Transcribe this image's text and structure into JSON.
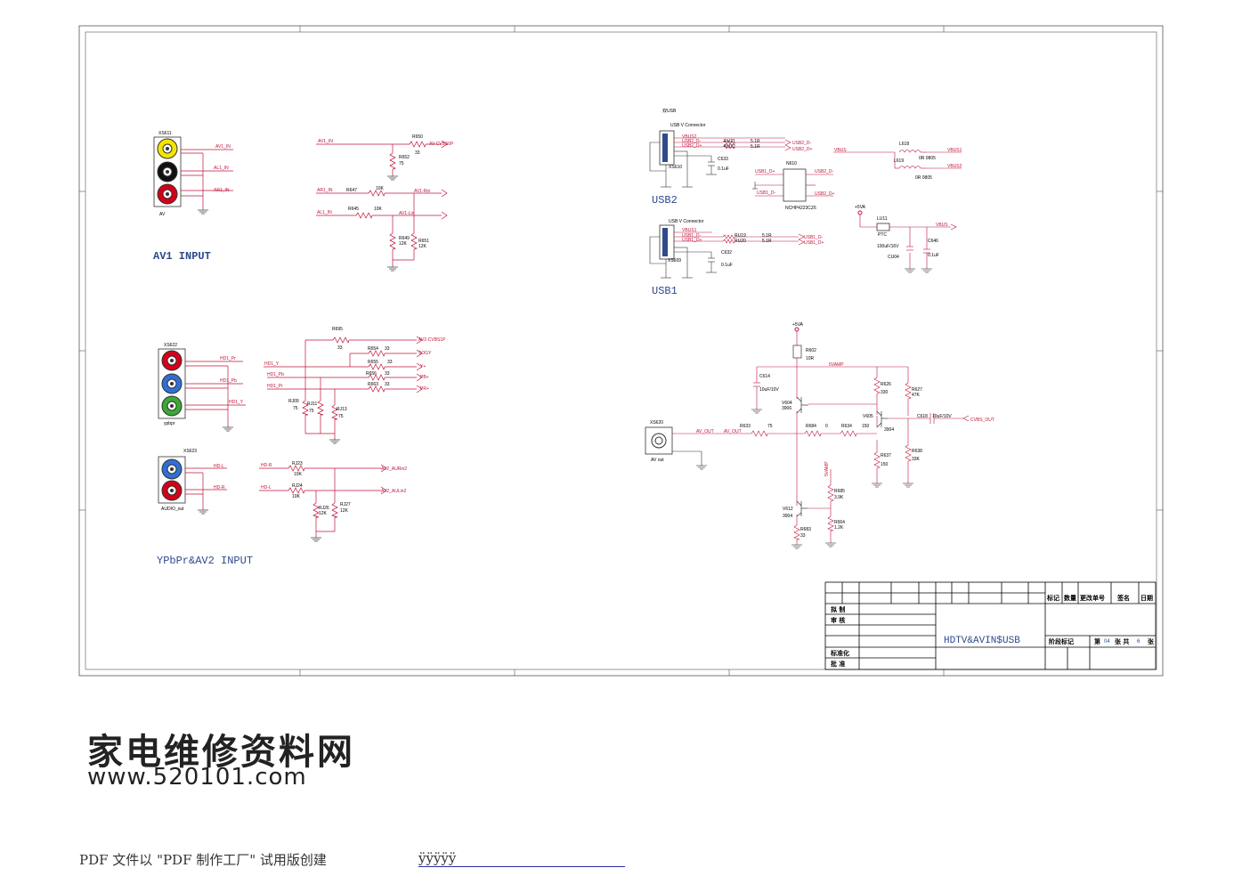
{
  "sections": {
    "av1": "AV1 INPUT",
    "ypbpr": "YPbPr&AV2 INPUT",
    "usb2": "USB2",
    "usb1": "USB1",
    "dual_usb": "双USB"
  },
  "connectors": {
    "xs611": "XS611",
    "xs611_sub": "AV",
    "xs622": "XS622",
    "xs622_sub": "ypbpr",
    "xs623": "XS623",
    "xs623_sub": "AUDIO_out",
    "xs620": "XS620",
    "xs620_sub": "AV out",
    "usb_a": "USB V Connector",
    "usb_b": "USB V Connector",
    "xs610": "XS610",
    "xs609": "XS609"
  },
  "nets": {
    "av1_in": "AV1_IN",
    "al1_in": "AL1_IN",
    "ar1_in": "AR1_IN",
    "av_cvbs0p": "AV-CVBS0P",
    "av1_rin": "AV1-Rin",
    "av1_lin": "AV1-Lin",
    "hd1_pr": "HD1_Pr",
    "hd1_pb": "HD1_Pb",
    "hd1_y": "HD1_Y",
    "av2_cvbs1p": "AV2-CVBS1P",
    "sogy": "SOGY",
    "y_plus": "Y+",
    "pb_plus": "PB+",
    "pr_plus": "PR+",
    "hd_r": "HD-R",
    "hd_l": "HD-L",
    "av2_ainr": "AV2_AURin2",
    "av2_ainl": "AV2_AULin2",
    "vbus2": "VBUS2",
    "vbus1": "VBUS1",
    "vbus": "VBUS",
    "plus5va": "+5VA",
    "svamp": "5VAMP",
    "usb2_dm": "USB2_D-",
    "usb2_dp": "USB2_D+",
    "usb1_dm": "USB1_D-",
    "usb1_dp": "USB1_D+",
    "av_out": "AV_OUT",
    "cvbs_out": "CVBS_OUT"
  },
  "parts": {
    "r650": "R650",
    "r650v": "33",
    "r652": "R652",
    "r652v": "75",
    "r647": "R647",
    "r647v": "10K",
    "r645": "R645",
    "r645v": "10K",
    "r649": "R649",
    "r649v": "12K",
    "r651": "R651",
    "r651v": "12K",
    "r695": "R695",
    "r695v": "33",
    "r654": "R654",
    "r654v": "33",
    "r655": "R655",
    "r655v": "33",
    "r656": "R656",
    "r656v": "33",
    "r663": "R663",
    "r663v": "33",
    "rj09": "RJ09",
    "rj09v": "75",
    "rj11": "RJ11",
    "rj11v": "75",
    "rj13": "RJ13",
    "rj13v": "75",
    "rj23": "RJ23",
    "rj23v": "10K",
    "rj24": "RJ24",
    "rj24v": "10K",
    "rj26": "RJ26",
    "rj26v": "12K",
    "rj27": "RJ27",
    "rj27v": "12K",
    "c633": "C633",
    "c633v": "0.1uF",
    "c632": "C632",
    "c632v": "0.1uF",
    "n610": "N610",
    "n610v": "NCHP4223CZ6",
    "l618": "L618",
    "l619": "L619",
    "l_val": "0R 0805",
    "lu11": "LU11",
    "ptc": "PTC",
    "cu04": "CU04",
    "cu04v": "100uF/16V",
    "c646": "C646",
    "c646v": "0.1uF",
    "r602": "R602",
    "r602v": "10R",
    "c614": "C614",
    "c614v": "10uF/10V",
    "v604": "V604",
    "v604v": "3906",
    "v605": "V605",
    "v605v": "3904",
    "v612": "V612",
    "v612v": "3904",
    "r626": "R626",
    "r626v": "330",
    "r627": "R627",
    "r627v": "47K",
    "c618": "C618",
    "c618v": "10uF/10V",
    "r633": "R633",
    "r633v": "75",
    "r684": "R684",
    "r684v": "0",
    "r634": "R634",
    "r634v": "150",
    "r637": "R637",
    "r637v": "150",
    "r638": "R638",
    "r638v": "33K",
    "r685": "R685",
    "r685v": "3.9K",
    "r664": "R664",
    "r664v": "1.2K",
    "r683": "R683",
    "r683v": "33",
    "ru21": "RU21",
    "ru22": "RU22",
    "ru19": "RU19",
    "ru20": "RU20",
    "ru_val": "5.1R"
  },
  "title_block": {
    "header_cols": [
      "标记",
      "数量",
      "更改单号",
      "签名",
      "日期"
    ],
    "rows": [
      "拟 制",
      "审 核",
      "",
      "标准化",
      "批 准"
    ],
    "drawing_title": "HDTV&AVIN$USB",
    "stage_label": "阶段标记",
    "sheet_prefix": "第",
    "sheet_no": "04",
    "sheet_mid": "张  共",
    "sheet_total": "6",
    "sheet_suffix": "张"
  },
  "watermark": {
    "title": "家电维修资料网",
    "url": "www.520101.com"
  },
  "footer": {
    "text": "PDF 文件以 \"PDF 制作工厂\" 试用版创建",
    "link": "ÿÿÿÿÿ"
  },
  "colors": {
    "wire": "#c0143c",
    "border": "#555555",
    "section": "#2e4b8c",
    "jack_yellow": "#f2e600",
    "jack_black": "#111111",
    "jack_red": "#d4001a",
    "jack_blue": "#2f6fd6",
    "jack_green": "#3aa935"
  }
}
